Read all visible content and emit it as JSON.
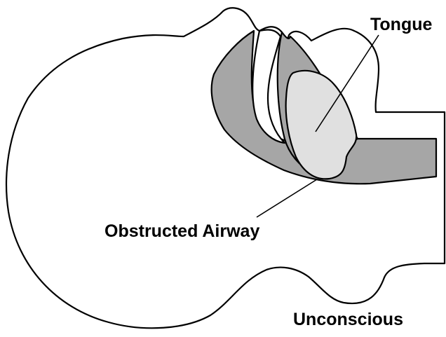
{
  "labels": {
    "tongue": "Tongue",
    "airway": "Obstructed Airway",
    "caption": "Unconscious"
  },
  "colors": {
    "outline": "#000000",
    "head_fill": "#ffffff",
    "airway_fill": "#a6a6a6",
    "tongue_fill": "#e0e0e0"
  }
}
